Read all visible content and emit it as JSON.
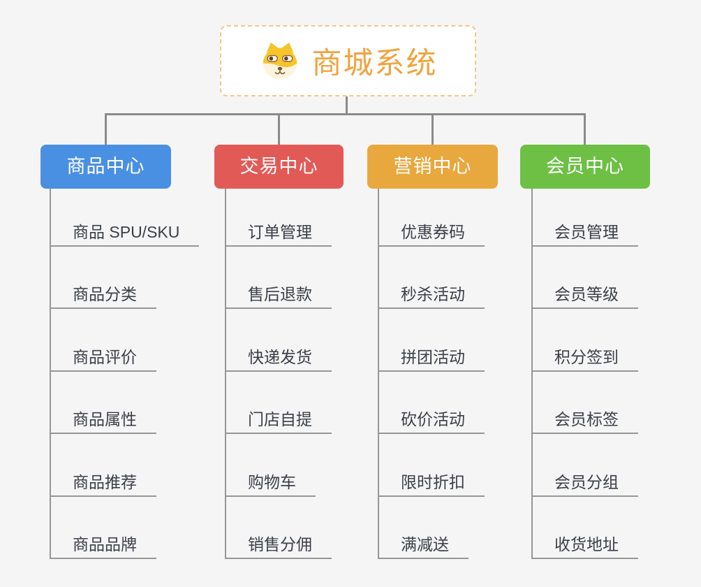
{
  "canvas": {
    "background": "#f5f5f6",
    "connector_color": "#8a8a8a",
    "subline_color": "#969696",
    "subtopic_text_color": "#3b3f46"
  },
  "root": {
    "title": "商城系统",
    "icon": "dog-face-icon",
    "text_color": "#f0a43e",
    "border_color": "#f2c983"
  },
  "branches": [
    {
      "label": "商品中心",
      "color": "#4a90e2",
      "items": [
        "商品 SPU/SKU",
        "商品分类",
        "商品评价",
        "商品属性",
        "商品推荐",
        "商品品牌"
      ]
    },
    {
      "label": "交易中心",
      "color": "#e25a56",
      "items": [
        "订单管理",
        "售后退款",
        "快递发货",
        "门店自提",
        "购物车",
        "销售分佣"
      ]
    },
    {
      "label": "营销中心",
      "color": "#e9a83e",
      "items": [
        "优惠券码",
        "秒杀活动",
        "拼团活动",
        "砍价活动",
        "限时折扣",
        "满减送"
      ]
    },
    {
      "label": "会员中心",
      "color": "#6dc044",
      "items": [
        "会员管理",
        "会员等级",
        "积分签到",
        "会员标签",
        "会员分组",
        "收货地址"
      ]
    }
  ]
}
